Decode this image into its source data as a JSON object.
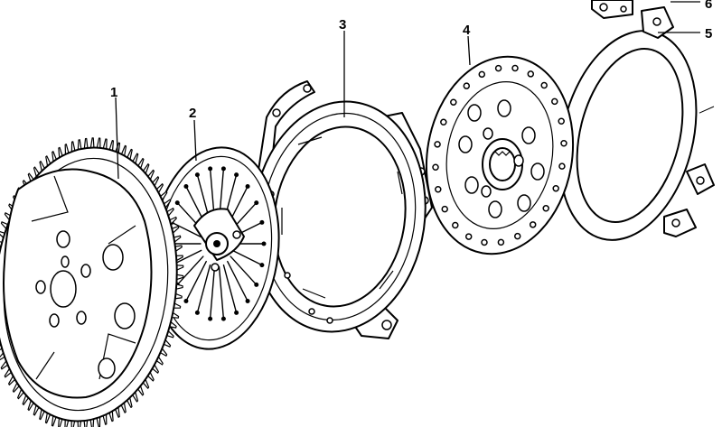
{
  "diagram": {
    "callouts": [
      {
        "id": "1",
        "label": "1"
      },
      {
        "id": "2",
        "label": "2"
      },
      {
        "id": "3",
        "label": "3"
      },
      {
        "id": "4",
        "label": "4"
      },
      {
        "id": "5",
        "label": "5"
      },
      {
        "id": "6",
        "label": "6"
      }
    ],
    "parts": [
      {
        "callout": "1",
        "icon": "flywheel-ring-gear-icon"
      },
      {
        "callout": "2",
        "icon": "pressure-plate-fingers-icon"
      },
      {
        "callout": "3",
        "icon": "clutch-cover-ring-icon"
      },
      {
        "callout": "4",
        "icon": "clutch-disc-icon"
      },
      {
        "callout": "5",
        "icon": "flat-ring-bracket-icon"
      },
      {
        "callout": "6",
        "icon": "small-bolt-icon"
      }
    ]
  }
}
